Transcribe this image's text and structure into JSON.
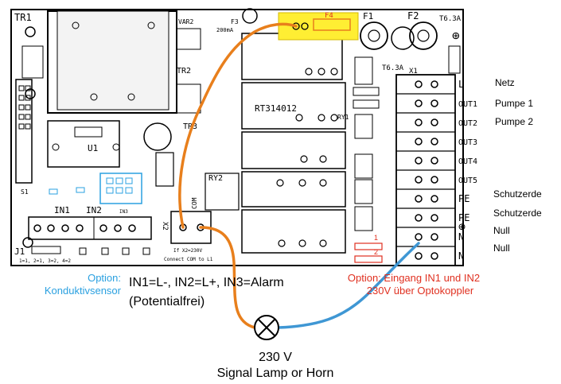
{
  "board": {
    "labels": {
      "tr1": "TR1",
      "tr2": "TR2",
      "tr3": "TR3",
      "vr2": "VAR2",
      "f3": "F3",
      "f3_rating": "200mA",
      "f4": "F4",
      "f1": "F1",
      "f2": "F2",
      "f2_rating": "T6.3A",
      "f1_rating": "T6.3A",
      "x1": "X1",
      "u1": "U1",
      "ry1": "RY1",
      "ry2": "RY2",
      "rt": "RT314012",
      "com": "COM",
      "x2": "X2",
      "in1": "IN1",
      "in2": "IN2",
      "in3": "IN3",
      "j1": "J1",
      "s1": "S1",
      "x2_note": "If X2=230V",
      "connect_note": "Connect COM to L1",
      "j1_row": "1=1, 2=1, 3=2, 4=2",
      "opt1": "1",
      "opt2": "2",
      "terminals": [
        "L",
        "OUT1",
        "OUT2",
        "OUT3",
        "OUT4",
        "OUT5",
        "PE",
        "PE",
        "N",
        "N"
      ]
    }
  },
  "annotations": {
    "netz": "Netz",
    "pumpe1": "Pumpe 1",
    "pumpe2": "Pumpe 2",
    "schutzerde1": "Schutzerde",
    "schutzerde2": "Schutzerde",
    "null1": "Null",
    "null2": "Null",
    "option_left_1": "Option:",
    "option_left_2": "Konduktivsensor",
    "inputs_line1": "IN1=L-, IN2=L+, IN3=Alarm",
    "inputs_line2": "(Potentialfrei)",
    "option_right_1": "Option: Eingang IN1 und IN2",
    "option_right_2": "230V über Optokoppler",
    "lamp_line1": "230 V",
    "lamp_line2": "Signal Lamp or Horn"
  },
  "colors": {
    "orange_wire": "#e87f1c",
    "blue_wire": "#3f97d4",
    "highlight": "#ffee33",
    "option_blue": "#2aa0e0",
    "option_red": "#e03020"
  }
}
